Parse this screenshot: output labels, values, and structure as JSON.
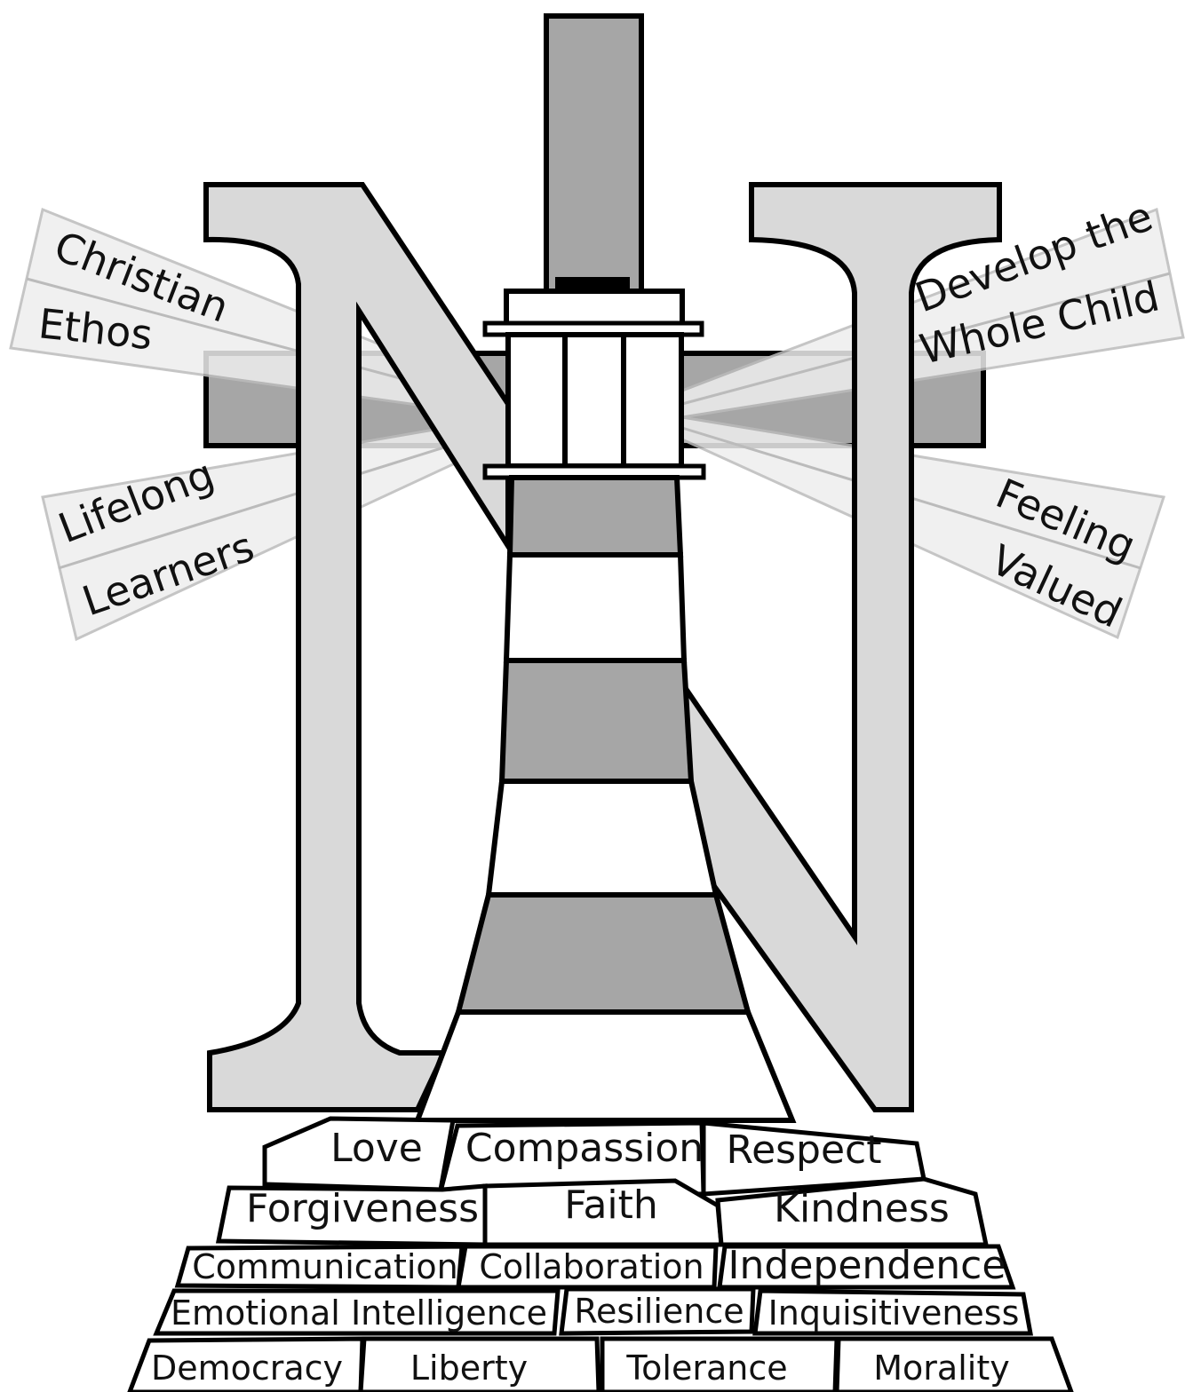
{
  "colors": {
    "mid_grey": "#a6a6a6",
    "light_grey": "#d9d9d9",
    "outline": "#000000",
    "beam": "#e6e6e6",
    "white": "#ffffff"
  },
  "beams": {
    "left_top": [
      "Christian",
      "Ethos"
    ],
    "left_bottom": [
      "Lifelong",
      "Learners"
    ],
    "right_top": [
      "Develop the",
      "Whole Child"
    ],
    "right_bottom": [
      "Feeling",
      "Valued"
    ]
  },
  "foundation": {
    "row1": [
      "Love",
      "Compassion",
      "Respect"
    ],
    "row2": [
      "Forgiveness",
      "Faith",
      "Kindness"
    ],
    "row3": [
      "Communication",
      "Collaboration",
      "Independence"
    ],
    "row4": [
      "Emotional Intelligence",
      "Resilience",
      "Inquisitiveness"
    ],
    "row5": [
      "Democracy",
      "Liberty",
      "Tolerance",
      "Morality"
    ]
  }
}
